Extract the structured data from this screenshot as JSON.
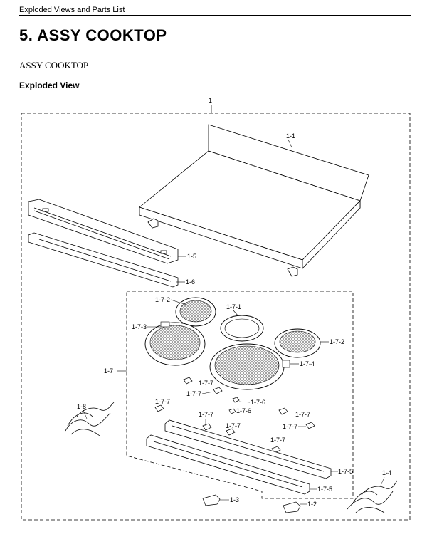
{
  "header": {
    "running_title": "Exploded Views and Parts List"
  },
  "title": "5.  ASSY COOKTOP",
  "subtitle": "ASSY COOKTOP",
  "section_label": "Exploded View",
  "callouts": {
    "c1": "1",
    "c1_1": "1-1",
    "c1_2": "1-2",
    "c1_3": "1-3",
    "c1_4": "1-4",
    "c1_5": "1-5",
    "c1_6": "1-6",
    "c1_7": "1-7",
    "c1_8": "1-8",
    "c1_7_1": "1-7-1",
    "c1_7_2a": "1-7-2",
    "c1_7_2b": "1-7-2",
    "c1_7_3": "1-7-3",
    "c1_7_4": "1-7-4",
    "c1_7_5a": "1-7-5",
    "c1_7_5b": "1-7-5",
    "c1_7_6a": "1-7-6",
    "c1_7_6b": "1-7-6",
    "c1_7_7a": "1-7-7",
    "c1_7_7b": "1-7-7",
    "c1_7_7c": "1-7-7",
    "c1_7_7d": "1-7-7",
    "c1_7_7e": "1-7-7",
    "c1_7_7f": "1-7-7",
    "c1_7_7g": "1-7-7",
    "c1_7_7h": "1-7-7"
  }
}
